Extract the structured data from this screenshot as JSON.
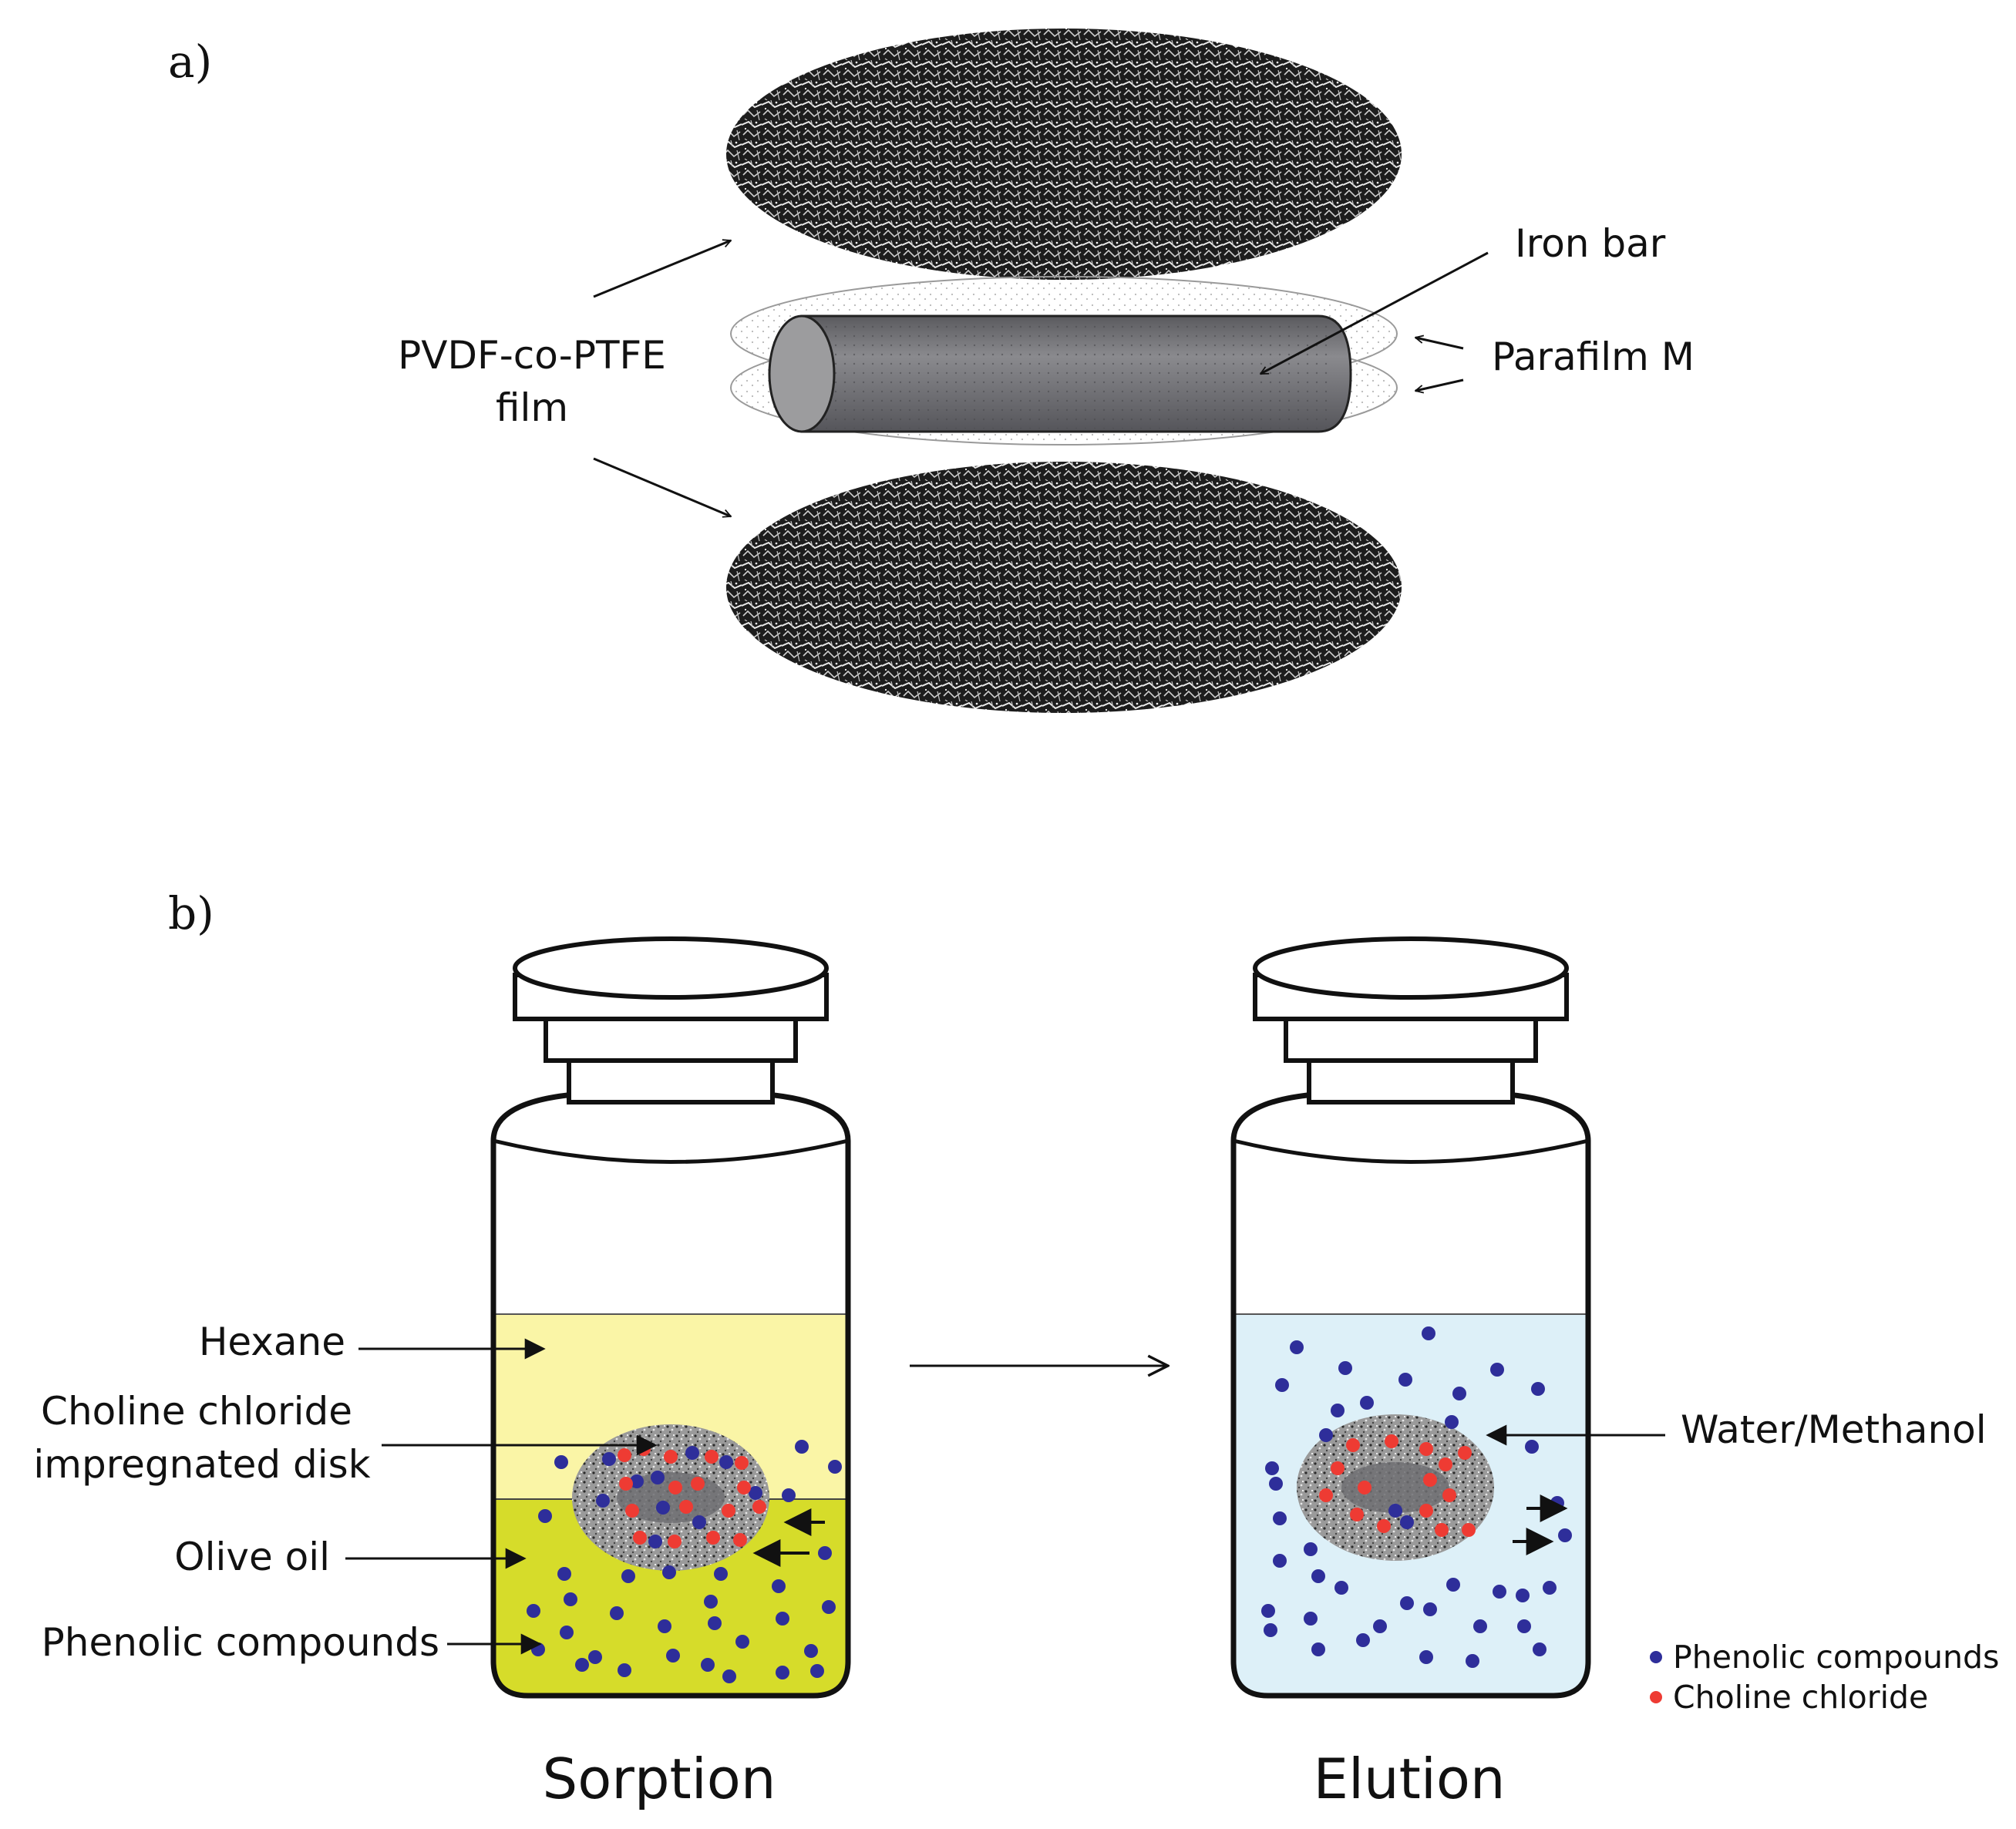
{
  "panel_a": {
    "letter": "a)",
    "film_label_line1": "PVDF-co-PTFE",
    "film_label_line2": "film",
    "iron_bar_label": "Iron bar",
    "parafilm_label": "Parafilm M"
  },
  "panel_b": {
    "letter": "b)",
    "labels": {
      "hexane": "Hexane",
      "disk_line1": "Choline chloride",
      "disk_line2": "impregnated disk",
      "olive_oil": "Olive oil",
      "phenolic": "Phenolic compounds",
      "water_methanol": "Water/Methanol"
    },
    "captions": {
      "sorption": "Sorption",
      "elution": "Elution"
    },
    "legend": [
      {
        "label": "Phenolic compounds",
        "color": "#2e2e9a"
      },
      {
        "label": "Choline chloride",
        "color": "#ee3b33"
      }
    ]
  },
  "colors": {
    "hexane": "#faf5a6",
    "olive_oil": "#d6dc2a",
    "water_methanol": "#ddf0f8",
    "iron_bar": "#6e6e72",
    "phenolic_dot": "#2e2e9a",
    "choline_dot": "#ee3b33"
  }
}
